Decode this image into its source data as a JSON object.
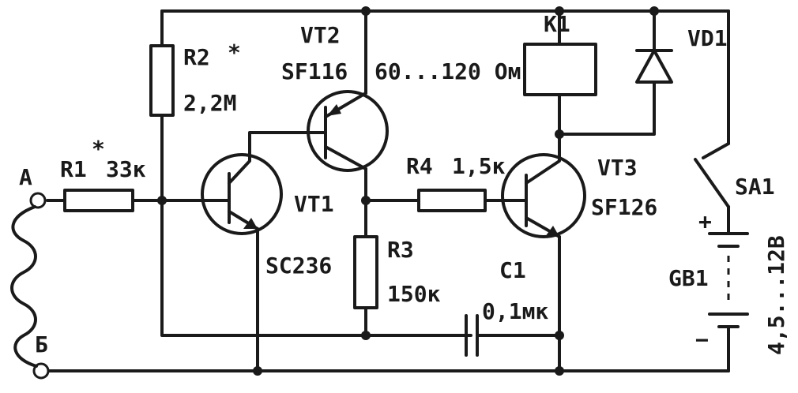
{
  "terminals": {
    "a": "А",
    "b": "Б"
  },
  "r1": {
    "ref": "R1",
    "star": "*",
    "value": "33к"
  },
  "r2": {
    "ref": "R2",
    "star": "*",
    "value": "2,2М"
  },
  "r3": {
    "ref": "R3",
    "value": "150к"
  },
  "r4": {
    "ref": "R4",
    "value": "1,5к"
  },
  "vt1": {
    "ref": "VT1",
    "part": "SC236"
  },
  "vt2": {
    "ref": "VT2",
    "part": "SF116"
  },
  "vt3": {
    "ref": "VT3",
    "part": "SF126"
  },
  "k1": {
    "ref": "K1",
    "value": "60...120 Ом"
  },
  "vd1": {
    "ref": "VD1"
  },
  "c1": {
    "ref": "C1",
    "value": "0,1мк"
  },
  "sa1": {
    "ref": "SA1"
  },
  "gb1": {
    "ref": "GB1",
    "voltage": "4,5...12В",
    "plus": "+",
    "minus": "−"
  }
}
